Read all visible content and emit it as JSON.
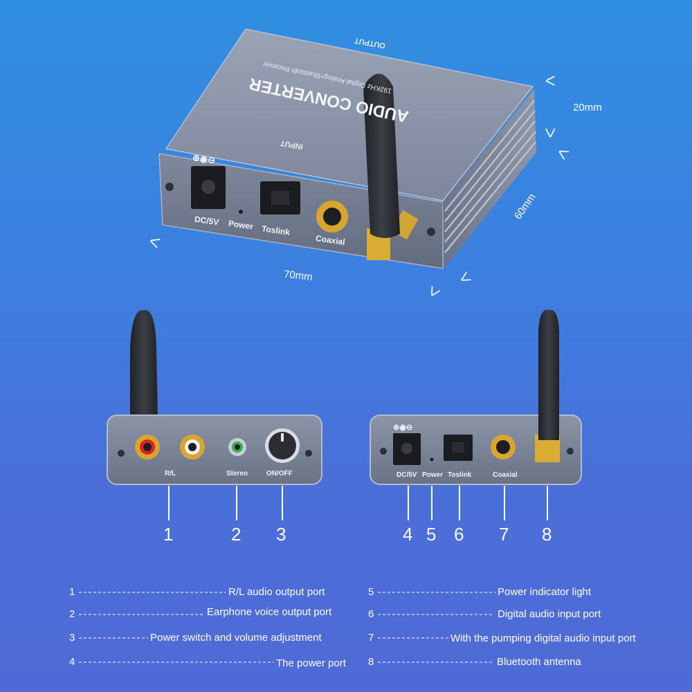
{
  "top_device": {
    "top_text_output": "OUTPUT",
    "top_text_title": "AUDIO CONVERTER",
    "top_text_subtitle": "192KHz Digital Analog+Bluetooth Receiver",
    "top_text_input": "INPUT",
    "port_labels": [
      "DC/5V",
      "Power",
      "Toslink",
      "Coaxial"
    ],
    "power_symbol": "⊕◉⊖"
  },
  "dimensions": {
    "height": "20mm",
    "depth": "60mm",
    "width": "70mm"
  },
  "front_panel": {
    "labels": [
      "R/L",
      "Stereo",
      "ON/OFF"
    ]
  },
  "rear_panel": {
    "power_symbol": "⊕◉⊖",
    "labels": [
      "DC/5V",
      "Power",
      "Toslink",
      "Coaxial"
    ]
  },
  "callout_numbers": [
    "1",
    "2",
    "3",
    "4",
    "5",
    "6",
    "7",
    "8"
  ],
  "legend": [
    {
      "num": "1",
      "text": "R/L audio output port"
    },
    {
      "num": "2",
      "text": "Earphone voice output port"
    },
    {
      "num": "3",
      "text": "Power switch and volume adjustment"
    },
    {
      "num": "4",
      "text": "The power port"
    },
    {
      "num": "5",
      "text": "Power indicator light"
    },
    {
      "num": "6",
      "text": "Digital audio input port"
    },
    {
      "num": "7",
      "text": "With the pumping digital audio input port"
    },
    {
      "num": "8",
      "text": "Bluetooth antenna"
    }
  ],
  "colors": {
    "background_top": "#2f8fe0",
    "background_bottom": "#4f6ad6",
    "device_body": "#8a93a6",
    "device_panel": "#6f7890",
    "antenna": "#2b2d31",
    "gold": "#e0b43a"
  }
}
